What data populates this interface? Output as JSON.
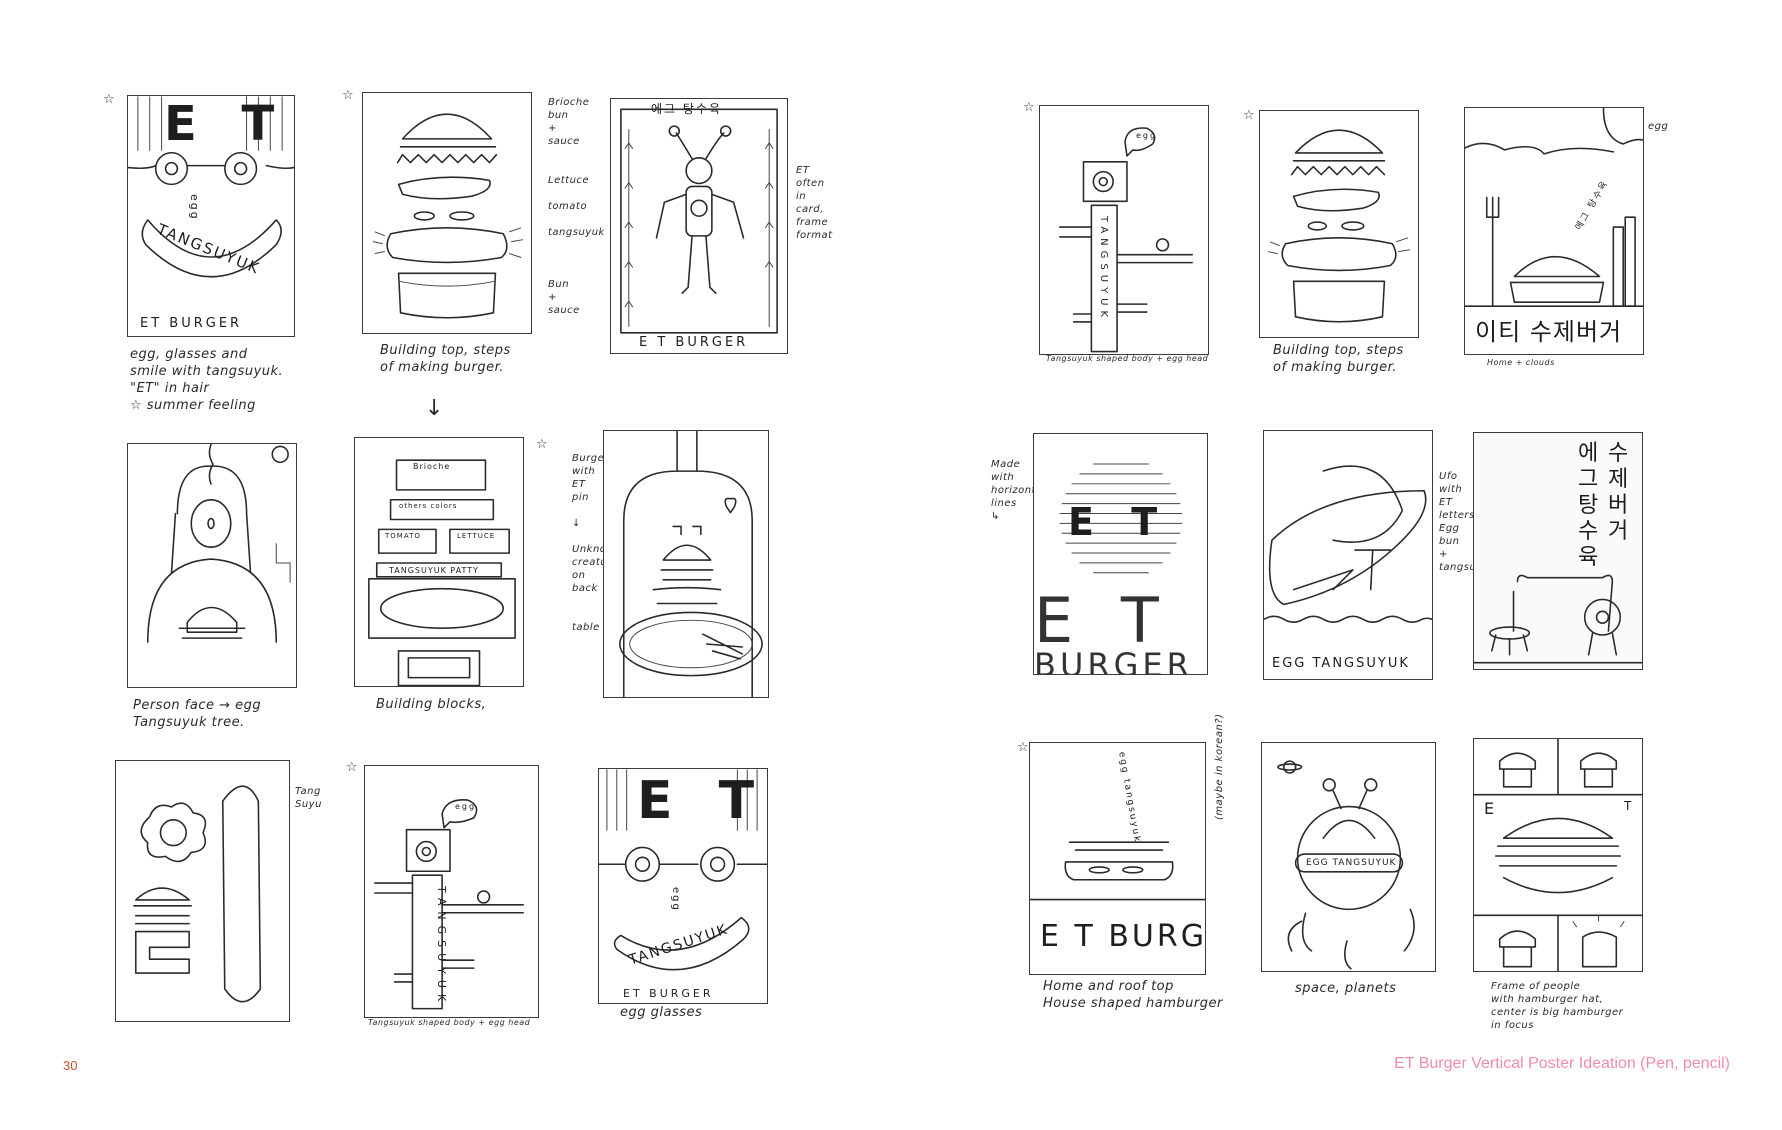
{
  "footer": {
    "page_number": "30",
    "caption": "ET Burger Vertical Poster Ideation (Pen, pencil)",
    "caption_color": "#f08cab",
    "page_number_color": "#c2552f"
  },
  "left": {
    "s1": {
      "letters": "E T",
      "smile_text": "TANGSUYUK",
      "egg": "egg",
      "title": "ET BURGER",
      "note": "egg, glasses and\nsmile with tangsuyuk.\n\"ET\" in hair\n☆ summer feeling"
    },
    "s2": {
      "note": "Building top, steps\nof making burger.",
      "arrow": "↓"
    },
    "s3": {
      "top": "에그 탕수육",
      "title": "E T BURGER",
      "side_left": "Brioche\nbun\n+\nsauce\n\n\nLettuce\n\ntomato\n\ntangsuyuk\n\n\n\nBun\n+\nsauce",
      "side_right": "ET\noften\nin\ncard,\nframe\nformat"
    },
    "s4": {
      "note": "Person face → egg\nTangsuyuk tree."
    },
    "s5": {
      "labels": [
        "Brioche",
        "others colors",
        "TOMATO",
        "LETTUCE",
        "TANGSUYUK PATTY"
      ],
      "note": "Building blocks,"
    },
    "s6": {
      "side": "Burger\nwith\nET\npin\n\n↓\n\nUnknow\ncreature\non\nback\n\n\ntable"
    },
    "s7": {
      "side": "Tang\nSuyu"
    },
    "s8": {
      "bubble": "egg",
      "body": "TANGSUYUK",
      "note": "Tangsuyuk shaped body + egg head"
    },
    "s9": {
      "letters": "E T",
      "egg": "egg",
      "smile_text": "TANGSUYUK",
      "title": "ET BURGER",
      "note": "egg glasses"
    }
  },
  "right": {
    "r1": {
      "bubble": "egg",
      "body": "TANGSUYUK",
      "note": "Tangsuyuk shaped body + egg head"
    },
    "r2": {
      "note": "Building top, steps\nof making burger."
    },
    "r3": {
      "corner": "egg",
      "sign": "에그 탕수육",
      "title": "이티 수제버거",
      "note": "Home + clouds"
    },
    "r4": {
      "letters": "E T",
      "word1": "E  T",
      "word2": "BURGER",
      "side": "Made\nwith\nhorizontal\nlines\n↳"
    },
    "r5": {
      "bottom": "EGG  TANGSUYUK",
      "side": "Ufo\nwith\nET\nletters,\nEgg\nbun\n+\ntangsuyuk"
    },
    "r6": {
      "col1": "에\n그\n탕\n수\n육",
      "col2": "수\n제\n버\n거"
    },
    "r7": {
      "smoke": "egg tangsuyuk",
      "title": "E T BURGER",
      "side": "(maybe in korean?)",
      "note": "Home and roof top\nHouse shaped hamburger"
    },
    "r8": {
      "band": "EGG TANGSUYUK",
      "note": "space, planets"
    },
    "r9": {
      "e": "E",
      "t": "T",
      "note": "Frame of people\nwith hamburger hat,\ncenter is big hamburger\nin focus"
    }
  }
}
